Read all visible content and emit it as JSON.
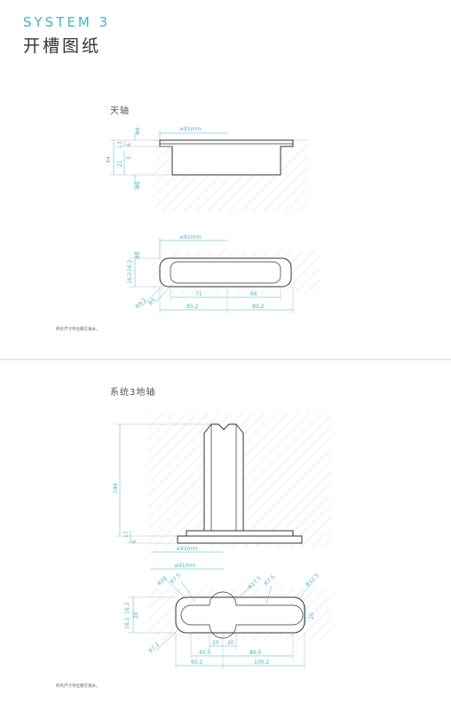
{
  "header": {
    "system": "SYSTEM 3",
    "title": "开槽图纸"
  },
  "sections": {
    "top": "天轴",
    "bottom": "系统3地轴"
  },
  "note": "所有尺寸单位都在毫米。",
  "top_side_dims": {
    "width": "≥91mm",
    "d1": "Φ8",
    "d2": "13",
    "d3": "6",
    "d4": "21",
    "d5": "3",
    "total": "44",
    "d6": "Φ8"
  },
  "top_plan_dims": {
    "width": "≥91mm",
    "d1": "Φ8",
    "d2": "16.2",
    "d3": "16.2",
    "r1": "R9.2",
    "r2": "R5",
    "a1": "71",
    "a2": "66",
    "b1": "85.2",
    "b2": "80.2"
  },
  "bottom_side_dims": {
    "h": "144",
    "s1": "17",
    "s2": "6",
    "width": "≥91mm"
  },
  "bottom_plan_dims": {
    "r10": "R10",
    "r75a": "R7.5",
    "r175": "R17.5",
    "r75b": "R7.5",
    "r125": "R12.5",
    "s1": "16.2",
    "s2": "16.2",
    "s3": "20",
    "s4": "25",
    "r72": "R7.2",
    "a1": "20",
    "a2": "20",
    "b1": "45.5",
    "b2": "86.5",
    "c1": "60.2",
    "c2": "100.2"
  }
}
